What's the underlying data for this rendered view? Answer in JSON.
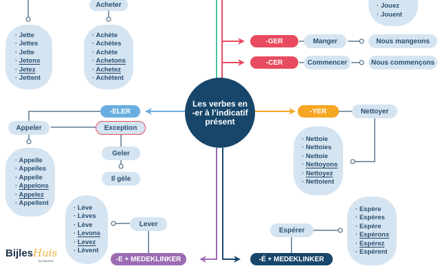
{
  "center": {
    "title": "Les verbes en -er à l’indicatif présent"
  },
  "colors": {
    "navy": "#17466a",
    "red": "#e84a5f",
    "green": "#4cc3a0",
    "orange": "#f5a623",
    "blue": "#6aaee0",
    "purple": "#9b6bb3",
    "pill_bg": "#d5e4f1"
  },
  "branches": {
    "top_left": {
      "list1": {
        "items": [
          "Jette",
          "Jettes",
          "Jette",
          "Jetons",
          "Jetez",
          "Jettent"
        ],
        "underlined": [
          3,
          4
        ]
      },
      "acheter": {
        "verb": "Acheter",
        "items": [
          "Achète",
          "Achètes",
          "Achète",
          "Achetons",
          "Achetez",
          "Achètent"
        ],
        "underlined": [
          3,
          4
        ]
      }
    },
    "top_right": {
      "list": {
        "items": [
          "Jouez",
          "Jouent"
        ]
      }
    },
    "ger": {
      "tag": "-GER",
      "verb": "Manger",
      "result": "Nous mangeons"
    },
    "cer": {
      "tag": "-CER",
      "verb": "Commencer",
      "result": "Nous commençons"
    },
    "eler": {
      "tag": "-ELER",
      "verb": "Appeler",
      "exception": "Exception",
      "exception_verb": "Geler",
      "exception_result": "Il gèle",
      "items": [
        "Appelle",
        "Appelles",
        "Appelle",
        "Appelons",
        "Appelez",
        "Appellent"
      ],
      "underlined": [
        3,
        4
      ]
    },
    "yer": {
      "tag": "-YER",
      "verb": "Nettoyer",
      "items": [
        "Nettoie",
        "Nettoies",
        "Nettoie",
        "Nettoyons",
        "Nettoyez",
        "Nettoient"
      ],
      "underlined": [
        3,
        4
      ]
    },
    "e_consonant": {
      "tag": "-E + MEDEKLINKER",
      "verb": "Lever",
      "items": [
        "Lève",
        "Lèves",
        "Lève",
        "Levons",
        "Levez",
        "Lèvent"
      ],
      "underlined": [
        3,
        4
      ]
    },
    "e_acute_consonant": {
      "tag": "-É + MEDEKLINKER",
      "verb": "Espérer",
      "items": [
        "Espère",
        "Espères",
        "Espère",
        "Espérons",
        "Espérez",
        "Espèrent"
      ],
      "underlined": [
        3,
        4
      ]
    }
  },
  "logo": {
    "brand_main": "Bijles",
    "brand_accent": "Huis",
    "byline": "by HelloProf"
  }
}
